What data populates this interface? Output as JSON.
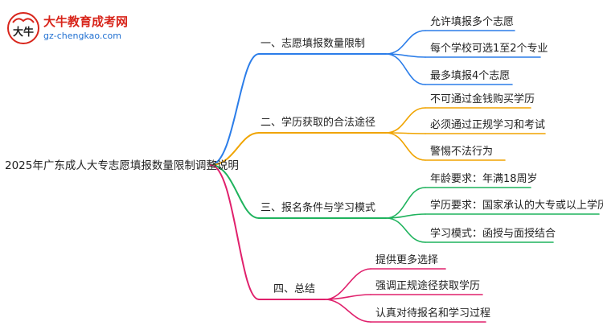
{
  "logo": {
    "title": "大牛教育成考网",
    "url": "gz-chengkao.com",
    "mark_text": "大牛"
  },
  "root": {
    "label": "2025年广东成人大专志愿填报数量限制调整说明"
  },
  "colors": {
    "branch_1": "#2b7de9",
    "branch_2": "#f0a400",
    "branch_3": "#1fb35d",
    "branch_4": "#e0206c",
    "logo_red": "#d8251b",
    "logo_blue": "#1f6fd1"
  },
  "branches": [
    {
      "label": "一、志愿填报数量限制",
      "leaves": [
        "允许填报多个志愿",
        "每个学校可选1至2个专业",
        "最多填报4个志愿"
      ]
    },
    {
      "label": "二、学历获取的合法途径",
      "leaves": [
        "不可通过金钱购买学历",
        "必须通过正规学习和考试",
        "警惕不法行为"
      ]
    },
    {
      "label": "三、报名条件与学习模式",
      "leaves": [
        "年龄要求：年满18周岁",
        "学历要求：国家承认的大专或以上学历",
        "学习模式：函授与面授结合"
      ]
    },
    {
      "label": "四、总结",
      "leaves": [
        "提供更多选择",
        "强调正规途径获取学历",
        "认真对待报名和学习过程"
      ]
    }
  ]
}
